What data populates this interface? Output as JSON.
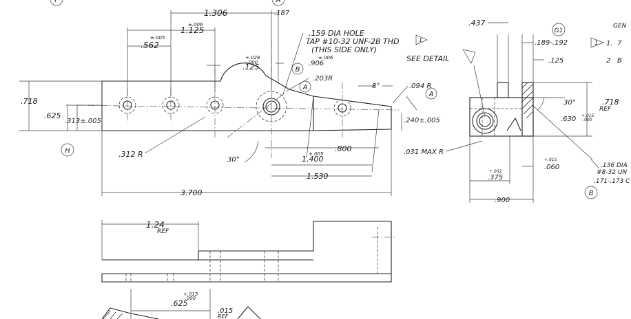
{
  "labels": {
    "dim_1306": "1.306",
    "dim_187": ".187",
    "tol_006": "±.006",
    "dim_1125": "1.125",
    "tol_005": "±.005",
    "dim_562": ".562",
    "hole_line1": ".159 DIA HOLE",
    "hole_line2": "TAP #10-32 UNF-2B THD",
    "hole_line3": "(THIS SIDE ONLY)",
    "see_detail": "SEE DETAIL",
    "tol_p028": "+.028",
    "tol_m000": "-.000",
    "dim_125a": ".125",
    "dim_906": ".906",
    "tol_006b": "±.006",
    "dim_203r": ".203R",
    "angle_8": "8°",
    "dim_094r": ".094 R",
    "dim_718": ".718",
    "dim_625": ".625",
    "dim_313": ".313±.005",
    "dim_240": ".240±.005",
    "dim_312r": ".312 R",
    "angle_30a": "30°",
    "dim_800": ".800",
    "tol_005b": "±.005",
    "dim_1400": "1.400",
    "dim_1530": "1.530",
    "dim_031r": ".031 MAX R",
    "dim_3700": "3.700",
    "dim_437": ".437",
    "dim_189": ".189-.192",
    "dim_125b": ".125",
    "angle_30b": "30°",
    "dim_718ref": ".718",
    "ref_a": "REF",
    "tol_p015": "+.015",
    "tol_m000b": "-.000",
    "dim_630": ".630",
    "tol_p002": "+.002",
    "dim_375": ".375",
    "tol_p015b": "+.015",
    "dim_060": ".060",
    "dim_900": ".900",
    "note_136": ".136 DIA",
    "note_832": "#8-32 UN",
    "note_171": ".171-.173 C",
    "gen": "GEN",
    "note_1": "1.",
    "note_7": "7",
    "note_2": "2",
    "note_8": "B",
    "dim_124": "1.24",
    "ref_b": "REF",
    "tol_p015c": "+.015",
    "tol_m000c": "-.000",
    "dim_625b": ".625",
    "dim_015": ".015",
    "ref_c": "REF"
  },
  "balloons": {
    "a1": "A",
    "a2": "A",
    "b1": "B",
    "b2": "B",
    "g1": "G1",
    "h": "H",
    "f": "F",
    "flag1": "1",
    "flag2": "1"
  },
  "colors": {
    "ink": "#1f1f1f",
    "paper": "#ffffff"
  }
}
